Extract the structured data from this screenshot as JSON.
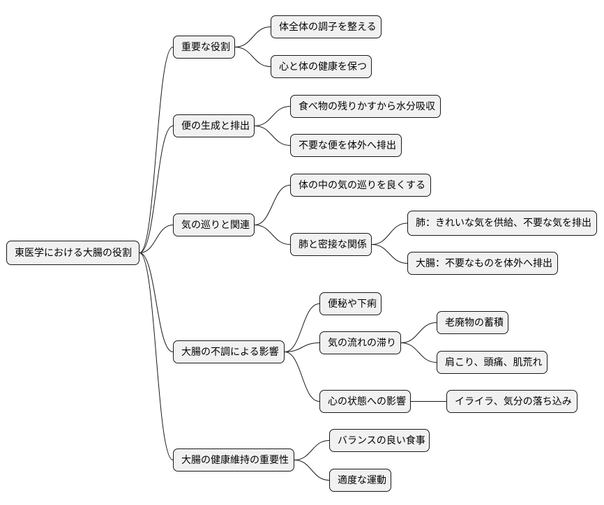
{
  "root": {
    "label": "東医学における大腸の役割"
  },
  "branches": [
    {
      "label": "重要な役割",
      "children": [
        {
          "label": "体全体の調子を整える"
        },
        {
          "label": "心と体の健康を保つ"
        }
      ]
    },
    {
      "label": "便の生成と排出",
      "children": [
        {
          "label": "食べ物の残りかすから水分吸収"
        },
        {
          "label": "不要な便を体外へ排出"
        }
      ]
    },
    {
      "label": "気の巡りと関連",
      "children": [
        {
          "label": "体の中の気の巡りを良くする"
        },
        {
          "label": "肺と密接な関係",
          "children": [
            {
              "label": "肺：きれいな気を供給、不要な気を排出"
            },
            {
              "label": "大腸：不要なものを体外へ排出"
            }
          ]
        }
      ]
    },
    {
      "label": "大腸の不調による影響",
      "children": [
        {
          "label": "便秘や下痢"
        },
        {
          "label": "気の流れの滞り",
          "children": [
            {
              "label": "老廃物の蓄積"
            },
            {
              "label": "肩こり、頭痛、肌荒れ"
            }
          ]
        },
        {
          "label": "心の状態への影響",
          "children": [
            {
              "label": "イライラ、気分の落ち込み"
            }
          ]
        }
      ]
    },
    {
      "label": "大腸の健康維持の重要性",
      "children": [
        {
          "label": "バランスの良い食事"
        },
        {
          "label": "適度な運動"
        }
      ]
    }
  ]
}
